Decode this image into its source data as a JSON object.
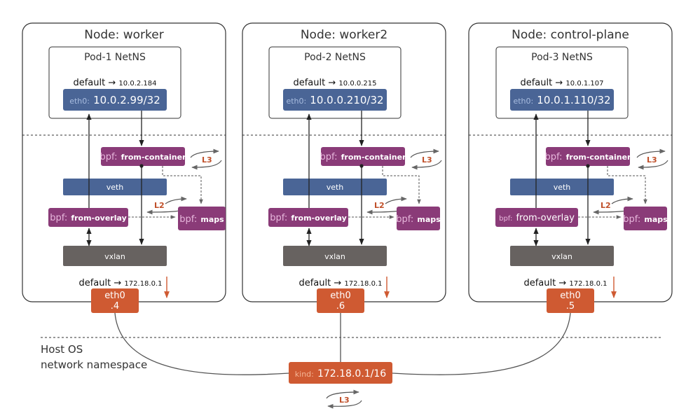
{
  "colors": {
    "blue": "#4a6596",
    "blue_light": "#a9bde0",
    "purple": "#8a3b78",
    "purple_light": "#e7b7dc",
    "gray": "#676260",
    "orange": "#cf5a32",
    "orange_light": "#f4b596",
    "line": "#333333",
    "lgray": "#555555"
  },
  "nodes": [
    {
      "title": "Node: worker",
      "pod_title": "Pod-1 NetNS",
      "pod_default_label": "default",
      "pod_default_arrow": "→",
      "pod_default_ip": "10.0.2.184",
      "eth0_prefix": "eth0:",
      "eth0_ip": "10.0.2.99/32",
      "from_container_prefix": "bpf:",
      "from_container_label": "from-container",
      "veth_label": "veth",
      "from_overlay_prefix": "bpf:",
      "from_overlay_label": "from-overlay",
      "maps_prefix": "bpf:",
      "maps_label": "maps",
      "vxlan_label": "vxlan",
      "l3_label": "L3",
      "l2_label": "L2",
      "host_default_label": "default",
      "host_default_arrow": "→",
      "host_default_ip": "172.18.0.1",
      "host_eth_name": "eth0",
      "host_eth_suffix": ".4"
    },
    {
      "title": "Node: worker2",
      "pod_title": "Pod-2 NetNS",
      "pod_default_label": "default",
      "pod_default_arrow": "→",
      "pod_default_ip": "10.0.0.215",
      "eth0_prefix": "eth0:",
      "eth0_ip": "10.0.0.210/32",
      "from_container_prefix": "bpf:",
      "from_container_label": "from-container",
      "veth_label": "veth",
      "from_overlay_prefix": "bpf:",
      "from_overlay_label": "from-overlay",
      "maps_prefix": "bpf:",
      "maps_label": "maps",
      "vxlan_label": "vxlan",
      "l3_label": "L3",
      "l2_label": "L2",
      "host_default_label": "default",
      "host_default_arrow": "→",
      "host_default_ip": "172.18.0.1",
      "host_eth_name": "eth0",
      "host_eth_suffix": ".6"
    },
    {
      "title": "Node: control-plane",
      "pod_title": "Pod-3 NetNS",
      "pod_default_label": "default",
      "pod_default_arrow": "→",
      "pod_default_ip": "10.0.1.107",
      "eth0_prefix": "eth0:",
      "eth0_ip": "10.0.1.110/32",
      "from_container_prefix": "bpf:",
      "from_container_label": "from-container",
      "veth_label": "veth",
      "from_overlay_prefix": "bpf:",
      "from_overlay_label": "from-overlay",
      "maps_prefix": "bpf:",
      "maps_label": "maps",
      "vxlan_label": "vxlan",
      "l3_label": "L3",
      "l2_label": "L2",
      "host_default_label": "default",
      "host_default_arrow": "→",
      "host_default_ip": "172.18.0.1",
      "host_eth_name": "eth0",
      "host_eth_suffix": ".5"
    }
  ],
  "host": {
    "label_line1": "Host OS",
    "label_line2": "network namespace",
    "kind_prefix": "kind:",
    "kind_ip": "172.18.0.1/16",
    "l3_label": "L3"
  }
}
